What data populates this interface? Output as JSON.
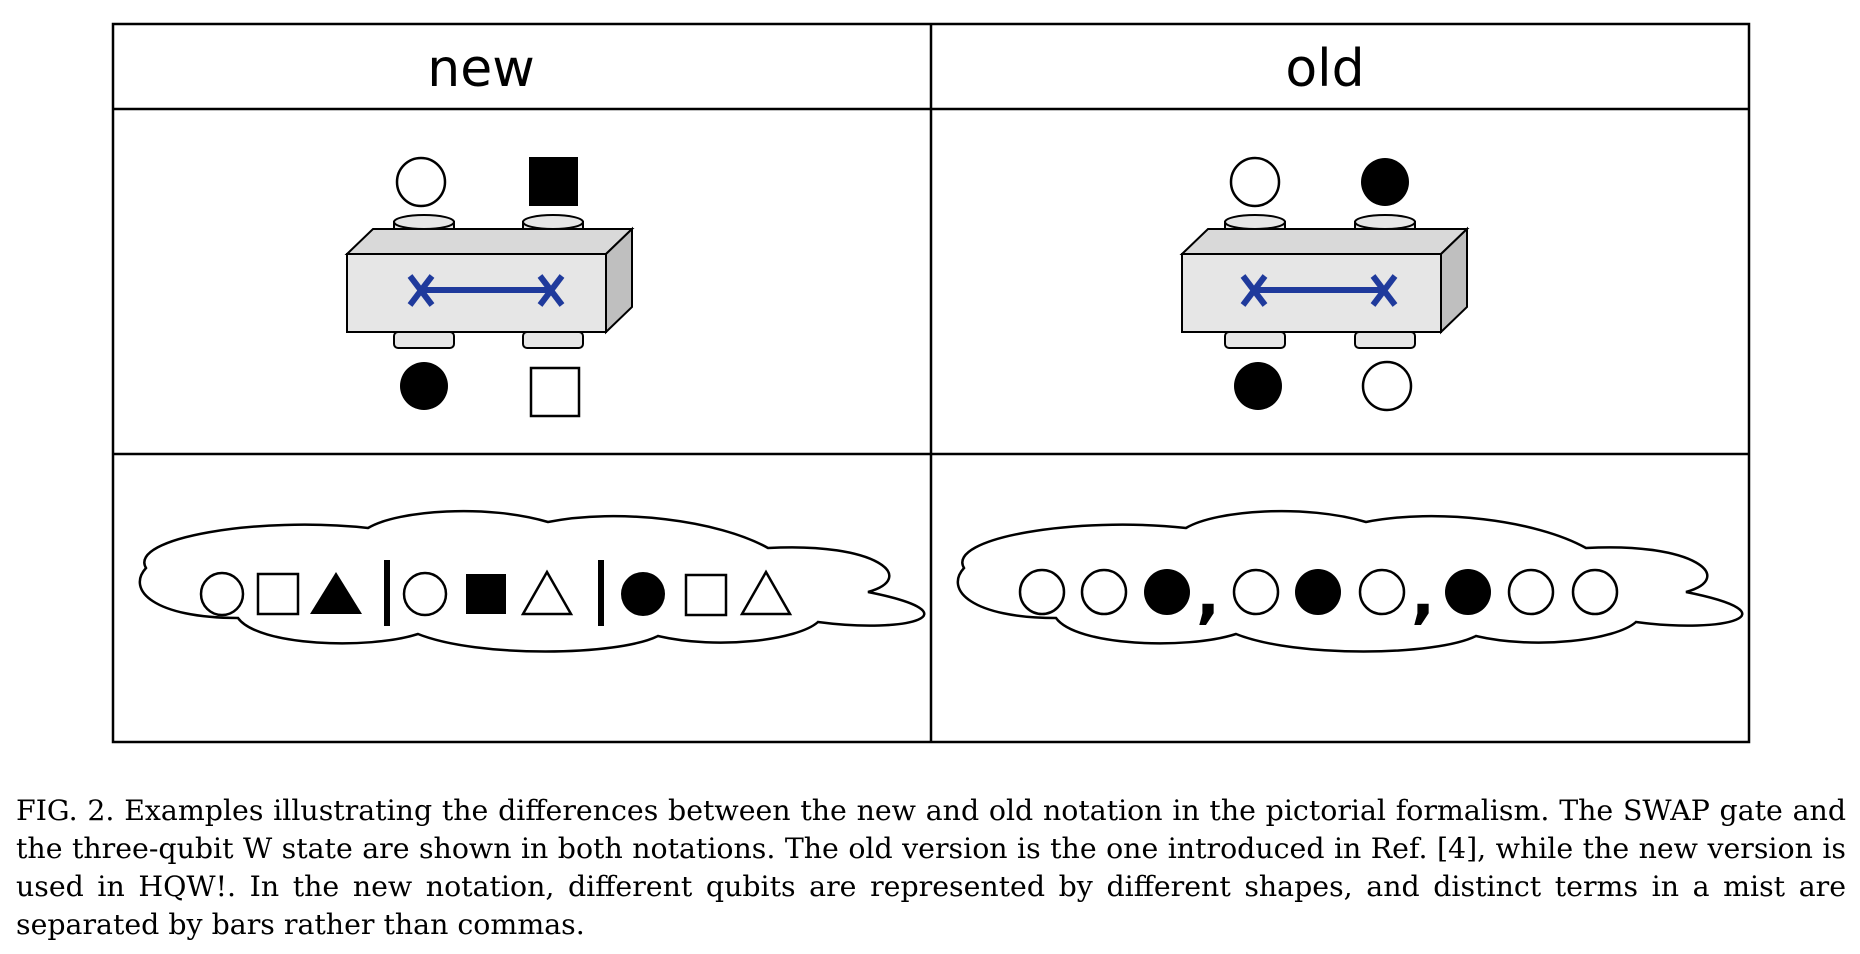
{
  "table": {
    "headers": [
      "new",
      "old"
    ]
  },
  "new_column": {
    "swap_gate": {
      "inputs": [
        "open-circle",
        "filled-square"
      ],
      "outputs": [
        "filled-circle",
        "open-square"
      ],
      "symbol": "swap-x-arrow"
    },
    "w_state_mist": {
      "separator": "bar",
      "terms": [
        [
          "open-circle",
          "open-square",
          "filled-triangle"
        ],
        [
          "open-circle",
          "filled-square",
          "open-triangle"
        ],
        [
          "filled-circle",
          "open-square",
          "open-triangle"
        ]
      ]
    }
  },
  "old_column": {
    "swap_gate": {
      "inputs": [
        "open-circle",
        "filled-circle"
      ],
      "outputs": [
        "filled-circle",
        "open-circle"
      ],
      "symbol": "swap-x-arrow"
    },
    "w_state_mist": {
      "separator": ",",
      "terms": [
        [
          "open-circle",
          "open-circle",
          "filled-circle"
        ],
        [
          "open-circle",
          "filled-circle",
          "open-circle"
        ],
        [
          "filled-circle",
          "open-circle",
          "open-circle"
        ]
      ]
    }
  },
  "colors": {
    "gate_face": "#e6e6e6",
    "gate_top": "#d9d9d9",
    "gate_side": "#bfbfbf",
    "swap_blue": "#1f3a9c"
  },
  "caption": {
    "text": "FIG. 2. Examples illustrating the differences between the new and old notation in the pictorial formalism. The SWAP gate and the three-qubit W state are shown in both notations. The old version is the one introduced in Ref. [4], while the new version is used in HQW!. In the new notation, different qubits are represented by different shapes, and distinct terms in a mist are separated by bars rather than commas."
  }
}
